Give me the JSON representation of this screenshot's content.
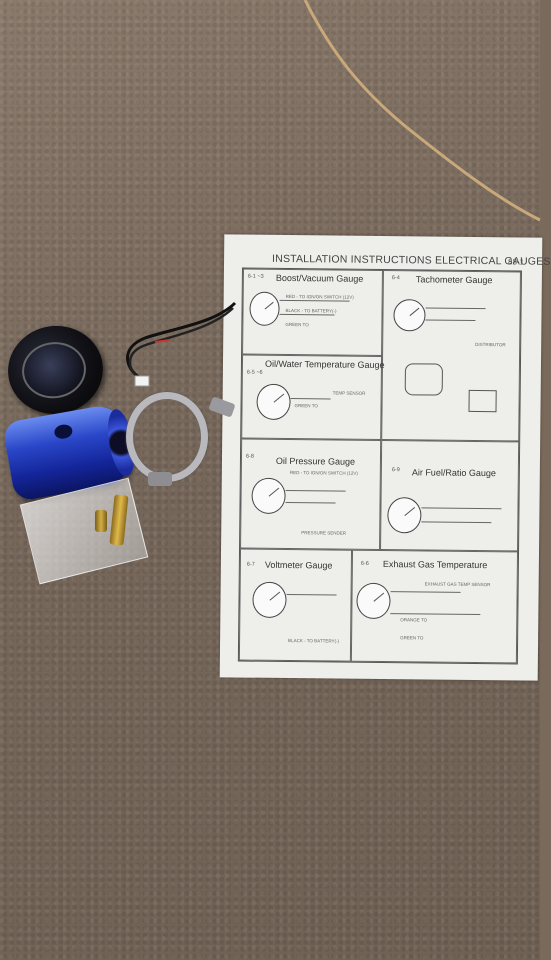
{
  "sheet": {
    "title": "INSTALLATION INSTRUCTIONS ELECTRICAL GAUGES",
    "page": "88-1",
    "sections": [
      {
        "code": "6-1 ~3",
        "label": "Boost/Vacuum Gauge"
      },
      {
        "code": "6-4",
        "label": "Tachometer Gauge"
      },
      {
        "code": "6-5 ~6",
        "label": "Oil/Water Temperature Gauge"
      },
      {
        "code": "6-8",
        "label": "Oil Pressure Gauge"
      },
      {
        "code": "6-9",
        "label": "Air Fuel/Ratio Gauge"
      },
      {
        "code": "6-7",
        "label": "Voltmeter Gauge"
      },
      {
        "code": "6-6",
        "label": "Exhaust Gas Temperature"
      }
    ],
    "wire_labels": {
      "red": "RED - TO IGN/ON SWITCH (12V)",
      "black": "BLACK - TO BATTERY(-)",
      "green": "GREEN TO",
      "pressure_sender": "PRESSURE SENDER",
      "temp_sensor": "TEMP SENSOR",
      "distributor": "DISTRIBUTOR",
      "exhaust_sensor": "EXHAUST GAS TEMP SENSOR",
      "orange": "ORANGE TO",
      "green2": "GREEN TO"
    }
  }
}
